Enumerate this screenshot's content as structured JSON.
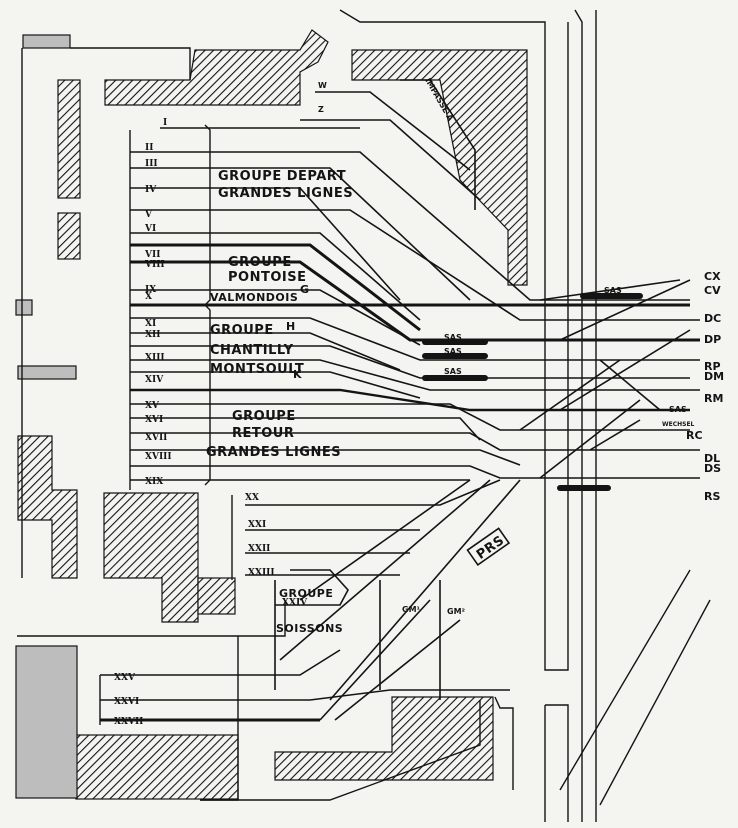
{
  "colors": {
    "ink": "#141414",
    "paper": "#f4f4f1",
    "block_fill": "#bdbdbd"
  },
  "top_tracks": {
    "w": "W",
    "z": "Z"
  },
  "impasse": "IMPASSE A",
  "track_numbers": [
    "I",
    "II",
    "III",
    "IV",
    "V",
    "VI",
    "VII",
    "VIII",
    "IX",
    "X",
    "XI",
    "XII",
    "XIII",
    "XIV",
    "XV",
    "XVI",
    "XVII",
    "XVIII",
    "XIX",
    "XX",
    "XXI",
    "XXII",
    "XXIII",
    "XXIV",
    "XXV",
    "XXVI",
    "XXVII"
  ],
  "groups": {
    "depart_1": "GROUPE DEPART",
    "depart_2": "GRANDES LIGNES",
    "pontoise_1": "GROUPE",
    "pontoise_2": "PONTOISE",
    "pontoise_3": "VALMONDOIS",
    "chantilly_1": "GROUPE",
    "chantilly_2": "CHANTILLY",
    "chantilly_3": "MONTSOULT",
    "retour_1": "GROUPE",
    "retour_2": "RETOUR",
    "retour_3": "GRANDES LIGNES",
    "soissons_1": "GROUPE",
    "soissons_2": "SOISSONS"
  },
  "junctions": {
    "g": "G",
    "h": "H",
    "k": "K"
  },
  "sas": [
    "SAS",
    "SAS",
    "SAS",
    "SAS",
    "SAS"
  ],
  "wechsel": "WECHSEL",
  "directions": [
    "CX",
    "CV",
    "DC",
    "DP",
    "RP",
    "DM",
    "RM",
    "RC",
    "DL",
    "DS",
    "RS"
  ],
  "prs": "PRS",
  "gm1": "GM¹",
  "gm2": "GM²"
}
